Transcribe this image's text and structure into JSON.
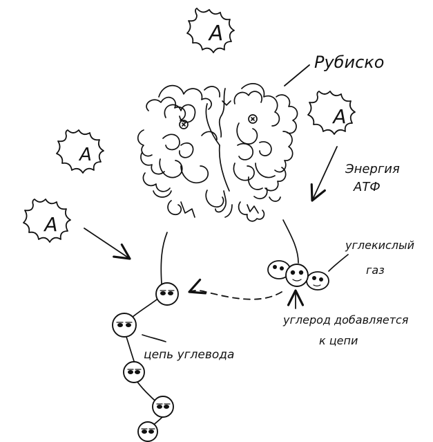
{
  "labels": {
    "rubisco": "Рубиско",
    "energy_line1": "Энергия",
    "energy_line2": "АТФ",
    "co2_line1": "углекислый",
    "co2_line2": "газ",
    "carbon_line1": "углерод добавляется",
    "carbon_line2": "к цепи",
    "carb_chain": "цепь углевода"
  },
  "atp_letter": "A",
  "colors": {
    "ink": "#111111",
    "paper": "#ffffff",
    "cell_fill": "#dddddd"
  }
}
